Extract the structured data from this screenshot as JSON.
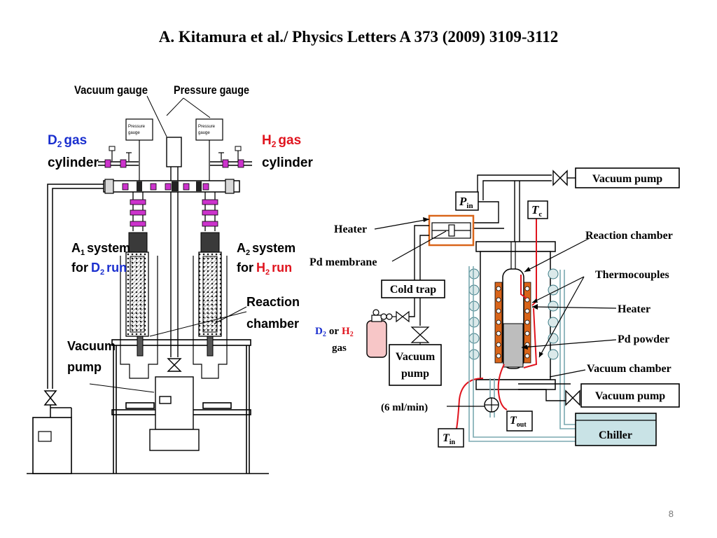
{
  "title": "A. Kitamura et al./ Physics Letters A 373 (2009) 3109-3112",
  "page_number": "8",
  "left_diagram": {
    "vacuum_gauge": "Vacuum gauge",
    "pressure_gauge": "Pressure gauge",
    "gauge_box_line1": "Pressure",
    "gauge_box_line2": "gauge",
    "d2_gas": "D",
    "d2_sub": "2",
    "gas_word": "gas",
    "cylinder": "cylinder",
    "h2_gas": "H",
    "h2_sub": "2",
    "a1_prefix": "A",
    "a1_sub": "1",
    "a2_sub": "2",
    "system_word": "system",
    "for_word": "for",
    "d2_run": "D",
    "h2_run": "H",
    "run_word": "run",
    "reaction": "Reaction",
    "chamber": "chamber",
    "vacuum": "Vacuum",
    "pump": "pump"
  },
  "right_diagram": {
    "vacuum_pump_top": "Vacuum pump",
    "p_in": "P",
    "p_in_sub": "in",
    "t_c": "T",
    "t_c_sub": "c",
    "heater_left": "Heater",
    "reaction_chamber": "Reaction chamber",
    "pd_membrane": "Pd membrane",
    "thermocouples": "Thermocouples",
    "cold_trap": "Cold trap",
    "heater_right": "Heater",
    "d2": "D",
    "d2_sub": "2",
    "or_word": "or",
    "h2": "H",
    "h2_sub": "2",
    "gas_word": "gas",
    "pd_powder": "Pd powder",
    "vacuum_pump_box_line1": "Vacuum",
    "vacuum_pump_box_line2": "pump",
    "vacuum_chamber": "Vacuum chamber",
    "vacuum_pump_bottom": "Vacuum pump",
    "flow_rate": "(6 ml/min)",
    "t_out": "T",
    "t_out_sub": "out",
    "chiller": "Chiller",
    "t_in": "T",
    "t_in_sub": "in"
  },
  "colors": {
    "d2_blue": "#1a2fcf",
    "h2_red": "#e0141e",
    "pipe_magenta": "#cc33cc",
    "chiller_fill": "#c9e3e6",
    "coil_fill": "#dbe9ea",
    "heater_orange": "#d9651a",
    "wire_red": "#e0141e"
  }
}
